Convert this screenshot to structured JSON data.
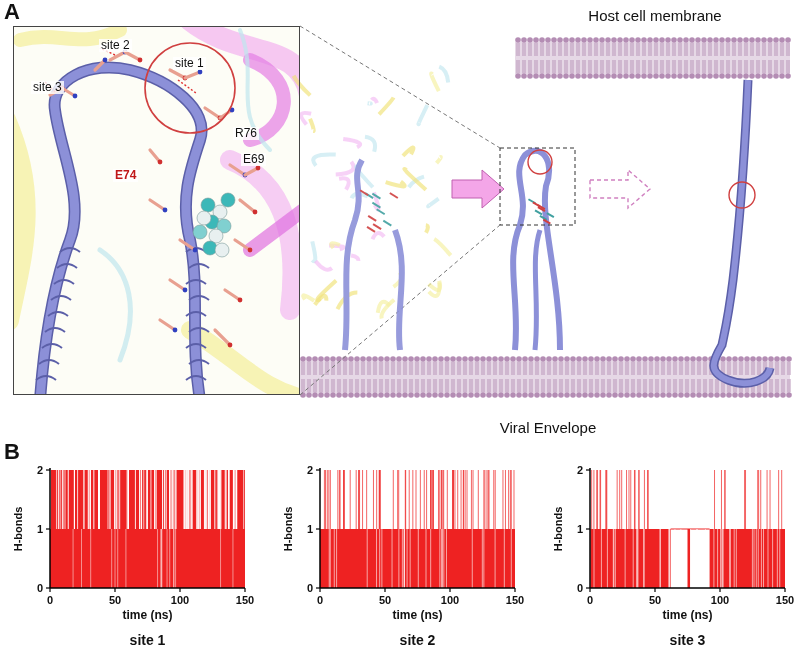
{
  "diagram": {
    "nodes": [
      {
        "text": [
          "site 2",
          "site 1",
          "site 3",
          "R76",
          "E74",
          "E69"
        ]
      }
    ],
    "labels": [
      "A",
      "Host cell membrane",
      "Viral Envelope",
      "B",
      "2",
      "1",
      "0",
      "H-bonds",
      "0",
      "50",
      "100",
      "150",
      "time (ns)",
      "site 1",
      "2",
      "1",
      "0",
      "H-bonds",
      "0",
      "50",
      "100",
      "150",
      "time (ns)",
      "site 2",
      "2",
      "1",
      "0",
      "H-bonds",
      "0",
      "50",
      "100",
      "150",
      "time (ns)",
      "site 3"
    ]
  }
}
